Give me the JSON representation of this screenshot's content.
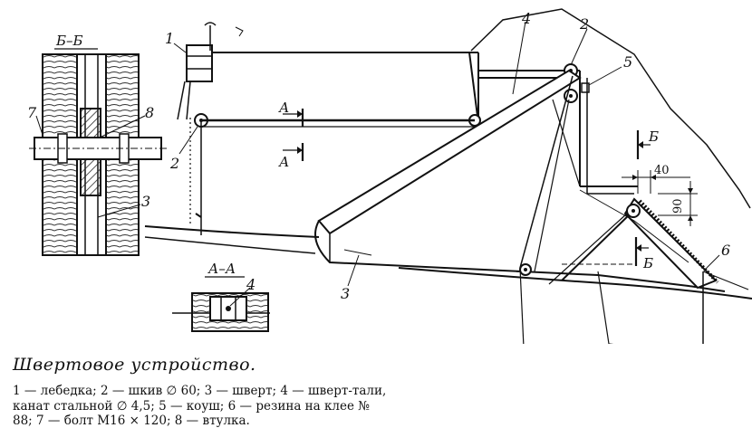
{
  "labels": {
    "l1": "1",
    "l2a": "2",
    "l2b": "2",
    "l3a": "3",
    "l3b": "3",
    "l4a": "4",
    "l4b": "4",
    "l5": "5",
    "l6": "6",
    "l7": "7",
    "l8": "8"
  },
  "sections": {
    "bb_title": "Б–Б",
    "aa_title": "А–А",
    "a_mark_top": "А",
    "a_mark_bottom": "А",
    "b_mark_top": "Б",
    "b_mark_bottom": "Б"
  },
  "dimensions": {
    "d40": "40",
    "d90": "90"
  },
  "caption": {
    "title": "Швертовое устройство.",
    "items": [
      "1 — лебедка; ",
      "2 — шкив ∅ 60; ",
      "3 — шверт; ",
      "4 — шверт-тали, канат стальной ∅ 4,5; ",
      "5 — коуш; ",
      "6 — резина на клее № 88; ",
      "7 — болт М16 × 120; ",
      "8 — втулка."
    ]
  }
}
